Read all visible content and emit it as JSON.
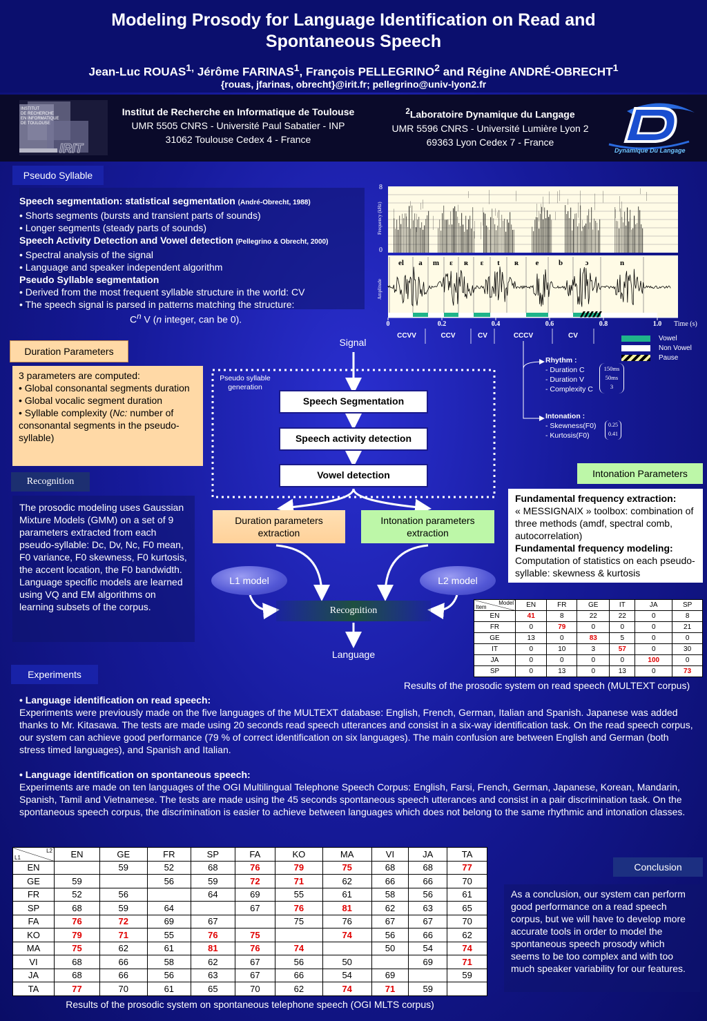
{
  "header": {
    "title": "Modeling Prosody for Language Identification on Read and Spontaneous Speech",
    "authors": "Jean-Luc ROUAS1, Jérôme FARINAS1, François PELLEGRINO2 and Régine ANDRÉ-OBRECHT1",
    "author_1": "Jean-Luc ROUAS",
    "author_2": "Jérôme FARINAS",
    "author_3": "François PELLEGRINO",
    "author_4": "Régine ANDRÉ-OBRECHT",
    "sup_1": "1",
    "sup_2": "2",
    "emails": "{rouas, jfarinas, obrecht}@irit.fr; pellegrino@univ-lyon2.fr"
  },
  "affiliations": [
    {
      "name": "Institut de Recherche en Informatique de Toulouse",
      "line1": "UMR 5505 CNRS - Université Paul Sabatier - INP",
      "line2": "31062 Toulouse Cedex 4 - France"
    },
    {
      "sup": "2",
      "name": "Laboratoire Dynamique du Langage",
      "line1": "UMR 5596 CNRS - Université Lumière Lyon 2",
      "line2": "69363 Lyon Cedex 7 - France"
    }
  ],
  "logos": {
    "irit_lines": [
      "INSTITUT",
      "DE RECHERCHE",
      "EN INFORMATIQUE",
      "DE TOULOUSE"
    ],
    "irit_word": "IRIT",
    "ddl_caption": "Dynamique Du Langage"
  },
  "pseudo_syllable": {
    "label": "Pseudo Syllable",
    "h1": "Speech segmentation: statistical segmentation",
    "h1_ref": "(André-Obrecht, 1988)",
    "b1": "• Shorts segments (bursts and transient parts of sounds)",
    "b2": "• Longer segments (steady parts of sounds)",
    "h2": "Speech Activity Detection and Vowel detection",
    "h2_ref": "(Pellegrino & Obrecht, 2000)",
    "b3": "• Spectral analysis of the signal",
    "b4": "• Language and speaker independent algorithm",
    "h3": "Pseudo Syllable segmentation",
    "b5": "• Derived from the most frequent syllable structure in the world: CV",
    "b6": "• The speech signal is parsed in patterns matching the structure:",
    "formula_c": "C",
    "formula_n": "n",
    "formula_rest": " V (",
    "formula_n2": "n",
    "formula_end": " integer, can be 0)."
  },
  "figure": {
    "freq_max": "8",
    "freq_min": "0",
    "freq_label": "Frequency (kHz)",
    "amp_label": "Amplitude",
    "phonemes": [
      "el",
      "a",
      "m",
      "ɛ",
      "ʀ",
      "ɛ",
      "t",
      "ʀ",
      "e",
      "b",
      "ɔ",
      "n"
    ],
    "time_ticks": [
      "0",
      "0.2",
      "0.4",
      "0.6",
      "0.8",
      "1.0"
    ],
    "time_label": "Time (s)",
    "segments": [
      "CCVV",
      "CCV",
      "CV",
      "CCCV",
      "CV"
    ],
    "legend": [
      "Vowel",
      "Non Vowel",
      "Pause"
    ]
  },
  "duration": {
    "label": "Duration Parameters",
    "lines": [
      "3 parameters are computed:",
      "• Global consonantal segments duration",
      "• Global vocalic segment duration"
    ],
    "l4_pre": "• Syllable complexity (",
    "l4_it": "Nc:",
    "l4_post": " number of consonantal segments in the pseudo-syllable)"
  },
  "recognition": {
    "label": "Recognition",
    "text": "The prosodic modeling uses Gaussian Mixture Models (GMM) on a set of 9 parameters extracted from each pseudo-syllable: Dc, Dv, Nc, F0 mean, F0 variance, F0 skewness, F0 kurtosis, the accent location, the F0 bandwidth. Language specific models are learned using VQ and EM algorithms on learning subsets of the corpus."
  },
  "flow": {
    "signal": "Signal",
    "ps_gen": "Pseudo syllable generation",
    "seg": "Speech Segmentation",
    "sad": "Speech activity detection",
    "vowel": "Vowel detection",
    "dur_extract": "Duration parameters extraction",
    "int_extract": "Intonation parameters extraction",
    "l1": "L1 model",
    "l2": "L2 model",
    "recog": "Recognition",
    "language": "Language"
  },
  "rhythm": {
    "title": "Rhythm :",
    "items": [
      "- Duration C",
      "- Duration V",
      "- Complexity C"
    ],
    "values": [
      "150ms",
      "50ms",
      "3"
    ]
  },
  "intonation_box": {
    "title": "Intonation :",
    "items": [
      "- Skewness(F0)",
      "- Kurtosis(F0)"
    ],
    "values": [
      "0.25",
      "0.41"
    ]
  },
  "intonation": {
    "label": "Intonation Parameters",
    "h1": "Fundamental frequency extraction:",
    "t1": "« MESSIGNAIX » toolbox: combination of three methods (amdf, spectral comb, autocorrelation)",
    "h2": "Fundamental frequency modeling:",
    "t2": "Computation of statistics on each pseudo-syllable: skewness & kurtosis"
  },
  "table_read": {
    "corner_top": "Model",
    "corner_bottom": "Item",
    "cols": [
      "EN",
      "FR",
      "GE",
      "IT",
      "JA",
      "SP"
    ],
    "rows": [
      {
        "label": "EN",
        "cells": [
          "41",
          "8",
          "22",
          "22",
          "0",
          "8"
        ],
        "red": [
          0
        ]
      },
      {
        "label": "FR",
        "cells": [
          "0",
          "79",
          "0",
          "0",
          "0",
          "21"
        ],
        "red": [
          1
        ]
      },
      {
        "label": "GE",
        "cells": [
          "13",
          "0",
          "83",
          "5",
          "0",
          "0"
        ],
        "red": [
          2
        ]
      },
      {
        "label": "IT",
        "cells": [
          "0",
          "10",
          "3",
          "57",
          "0",
          "30"
        ],
        "red": [
          3
        ]
      },
      {
        "label": "JA",
        "cells": [
          "0",
          "0",
          "0",
          "0",
          "100",
          "0"
        ],
        "red": [
          4
        ]
      },
      {
        "label": "SP",
        "cells": [
          "0",
          "13",
          "0",
          "13",
          "0",
          "73"
        ],
        "red": [
          5
        ]
      }
    ],
    "caption": "Results of the prosodic system on read speech (MULTEXT corpus)"
  },
  "experiments": {
    "label": "Experiments",
    "h1": "• Language identification on read speech:",
    "p1": "Experiments were previously made on the five languages of the MULTEXT database: English, French, German, Italian and Spanish. Japanese was added thanks to Mr. Kitasawa. The tests are made using 20 seconds read speech utterances and consist in a six-way identification task. On the read speech corpus, our system can achieve good performance (79 % of correct identification on six languages). The main confusion are between English and German (both stress timed languages), and Spanish and Italian.",
    "h2": "• Language identification on spontaneous speech:",
    "p2": "Experiments are made on ten languages of the OGI Multilingual Telephone Speech Corpus: English, Farsi, French, German, Japanese, Korean, Mandarin, Spanish, Tamil and Vietnamese. The tests are made using the 45 seconds spontaneous speech utterances and consist in a pair discrimination task. On the spontaneous speech corpus, the discrimination is easier to achieve between languages which does not belong to the same rhythmic and intonation classes."
  },
  "table_spont": {
    "corner_top": "L2",
    "corner_bottom": "L1",
    "cols": [
      "EN",
      "GE",
      "FR",
      "SP",
      "FA",
      "KO",
      "MA",
      "VI",
      "JA",
      "TA"
    ],
    "rows": [
      {
        "label": "EN",
        "cells": [
          "",
          "59",
          "52",
          "68",
          "76",
          "79",
          "75",
          "68",
          "68",
          "77"
        ],
        "red": [
          4,
          5,
          6,
          9
        ]
      },
      {
        "label": "GE",
        "cells": [
          "59",
          "",
          "56",
          "59",
          "72",
          "71",
          "62",
          "66",
          "66",
          "70"
        ],
        "red": [
          4,
          5
        ]
      },
      {
        "label": "FR",
        "cells": [
          "52",
          "56",
          "",
          "64",
          "69",
          "55",
          "61",
          "58",
          "56",
          "61"
        ],
        "red": []
      },
      {
        "label": "SP",
        "cells": [
          "68",
          "59",
          "64",
          "",
          "67",
          "76",
          "81",
          "62",
          "63",
          "65"
        ],
        "red": [
          5,
          6
        ]
      },
      {
        "label": "FA",
        "cells": [
          "76",
          "72",
          "69",
          "67",
          "",
          "75",
          "76",
          "67",
          "67",
          "70"
        ],
        "red": [
          0,
          1
        ]
      },
      {
        "label": "KO",
        "cells": [
          "79",
          "71",
          "55",
          "76",
          "75",
          "",
          "74",
          "56",
          "66",
          "62"
        ],
        "red": [
          0,
          1,
          3,
          4,
          6
        ]
      },
      {
        "label": "MA",
        "cells": [
          "75",
          "62",
          "61",
          "81",
          "76",
          "74",
          "",
          "50",
          "54",
          "74"
        ],
        "red": [
          0,
          3,
          4,
          5,
          9
        ]
      },
      {
        "label": "VI",
        "cells": [
          "68",
          "66",
          "58",
          "62",
          "67",
          "56",
          "50",
          "",
          "69",
          "71"
        ],
        "red": [
          9
        ]
      },
      {
        "label": "JA",
        "cells": [
          "68",
          "66",
          "56",
          "63",
          "67",
          "66",
          "54",
          "69",
          "",
          "59"
        ],
        "red": []
      },
      {
        "label": "TA",
        "cells": [
          "77",
          "70",
          "61",
          "65",
          "70",
          "62",
          "74",
          "71",
          "59",
          ""
        ],
        "red": [
          0,
          6,
          7
        ]
      }
    ],
    "caption": "Results of the prosodic system on spontaneous telephone speech (OGI MLTS corpus)"
  },
  "conclusion": {
    "label": "Conclusion",
    "text": "As a conclusion, our system can perform good performance on a read speech corpus, but we will have to develop more accurate tools in order to model the spontaneous speech prosody which seems to be too complex and with too much speaker variability for our features."
  },
  "colors": {
    "background": "#161a9a",
    "highlight_red": "#e00000",
    "duration_panel": "#ffd9a6",
    "intonation_panel": "#bdf7a8",
    "vowel_bar": "#1fb48a"
  }
}
